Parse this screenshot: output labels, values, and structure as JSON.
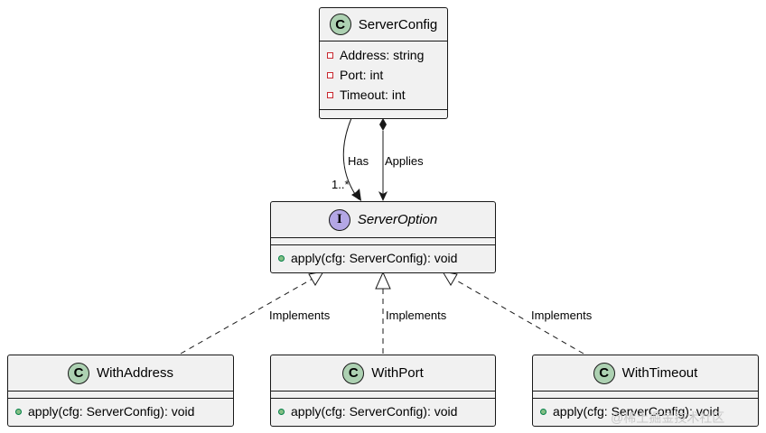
{
  "classes": {
    "server_config": {
      "stereotype": "C",
      "name": "ServerConfig",
      "fields": [
        {
          "visibility": "private",
          "text": "Address: string"
        },
        {
          "visibility": "private",
          "text": "Port: int"
        },
        {
          "visibility": "private",
          "text": "Timeout: int"
        }
      ]
    },
    "server_option": {
      "stereotype": "I",
      "name": "ServerOption",
      "method": "apply(cfg: ServerConfig): void"
    },
    "with_address": {
      "stereotype": "C",
      "name": "WithAddress",
      "method": "apply(cfg: ServerConfig): void"
    },
    "with_port": {
      "stereotype": "C",
      "name": "WithPort",
      "method": "apply(cfg: ServerConfig): void"
    },
    "with_timeout": {
      "stereotype": "C",
      "name": "WithTimeout",
      "method": "apply(cfg: ServerConfig): void"
    }
  },
  "relations": {
    "has_label": "Has",
    "has_multiplicity": "1..*",
    "applies_label": "Applies",
    "implements_label": "Implements"
  },
  "colors": {
    "box_fill": "#f1f1f1",
    "border": "#181818",
    "class_circle": "#add1b2",
    "interface_circle": "#b4a7e5",
    "private_marker": "#c82930",
    "public_marker": "#84be84"
  },
  "watermark": "@稀土掘金技术社区"
}
